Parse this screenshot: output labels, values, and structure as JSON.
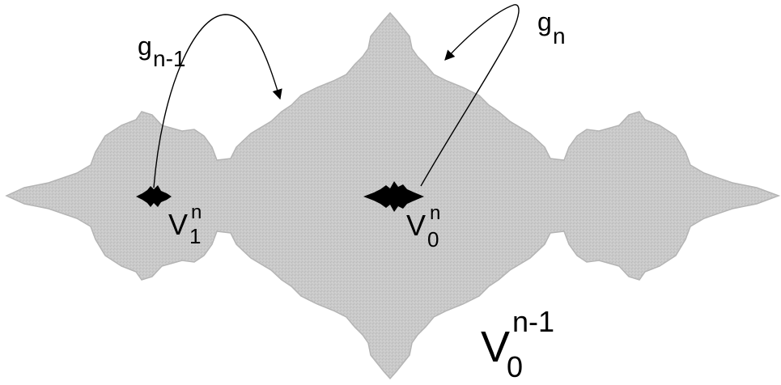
{
  "diagram": {
    "colors": {
      "set_fill": "#c8c8c8",
      "set_edge": "#b4b4b4",
      "blob": "#000000",
      "ink": "#000000",
      "background": "#ffffff"
    },
    "labels": {
      "g_n1_base": "g",
      "g_n1_sub": "n-1",
      "g_n_base": "g",
      "g_n_sub": "n",
      "v1_base": "V",
      "v1_sup": "n",
      "v1_sub": "1",
      "v0_base": "V",
      "v0_sup": "n",
      "v0_sub": "0",
      "v0big_base": "V",
      "v0big_sup": "n-1",
      "v0big_sub": "0"
    }
  }
}
